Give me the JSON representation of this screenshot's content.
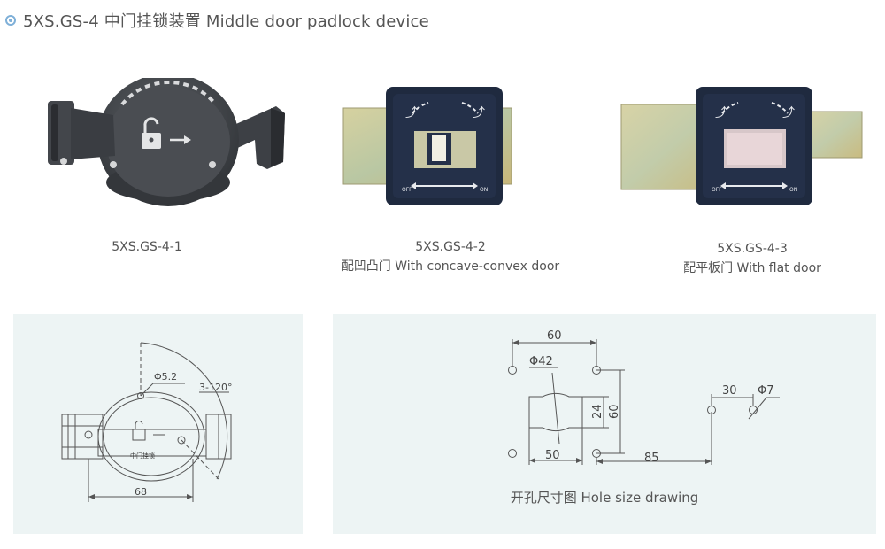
{
  "header": {
    "title": "5XS.GS-4 中门挂锁装置 Middle door padlock device"
  },
  "products": [
    {
      "model": "5XS.GS-4-1",
      "note": ""
    },
    {
      "model": "5XS.GS-4-2",
      "note": "配凹凸门 With concave-convex door"
    },
    {
      "model": "5XS.GS-4-3",
      "note": "配平板门 With flat door"
    }
  ],
  "product_labels": {
    "off": "OFF",
    "on": "ON"
  },
  "drawing_left": {
    "dim_hole": "Φ5.2",
    "dim_angle": "3-120°",
    "dim_width": "68",
    "body_text": "中门挂锁"
  },
  "drawing_right": {
    "caption": "开孔尺寸图 Hole size drawing",
    "dim_top": "60",
    "dim_diameter": "Φ42",
    "dim_small_height": "24",
    "dim_height": "60",
    "dim_bottom": "50",
    "dim_offset": "85",
    "dim_slot": "30",
    "dim_slot_hole": "Φ7"
  },
  "colors": {
    "panel_bg": "#edf4f4",
    "bullet": "#7fb0d8",
    "lock_body": "#3f4247",
    "face_plate": "#202a3d",
    "zinc_plate": "#c9c37d"
  }
}
